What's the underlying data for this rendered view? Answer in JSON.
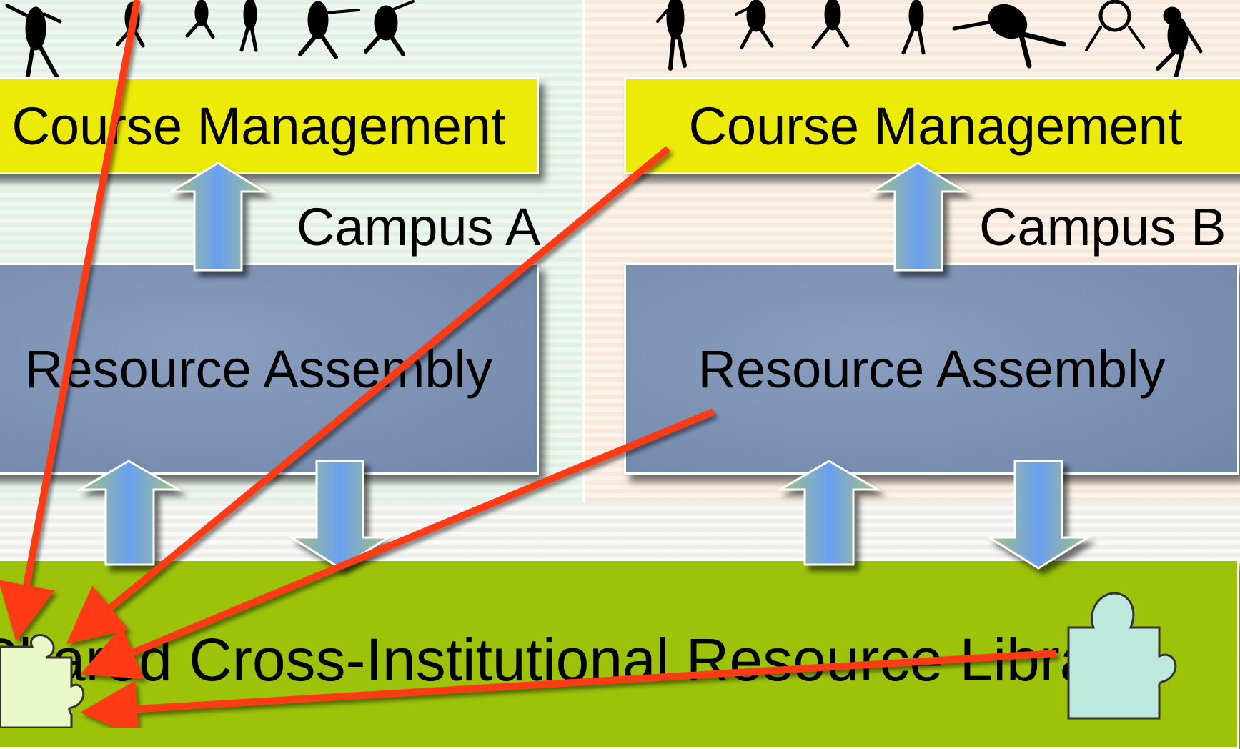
{
  "campus_a": {
    "course_label": "Course Management",
    "campus_label": "Campus A",
    "resource_label": "Resource Assembly"
  },
  "campus_b": {
    "course_label": "Course Management",
    "campus_label": "Campus B",
    "resource_label": "Resource Assembly"
  },
  "shared": {
    "library_label": "Shared Cross-Institutional Resource Library"
  },
  "colors": {
    "course_box": "#ecea07",
    "resource_box": "#7b90b2",
    "library_box": "#9cc20a",
    "arrow_red": "#ff3a12",
    "campus_a_bg": "#e3f0e5",
    "campus_b_bg": "#f6e8da",
    "puzzle_a": "#e9f7c9",
    "puzzle_b": "#bfe8dd"
  },
  "icons": [
    "dancing-figures-icon",
    "block-arrow-up-icon",
    "block-arrow-down-icon",
    "puzzle-piece-icon",
    "red-connector-arrow-icon"
  ]
}
